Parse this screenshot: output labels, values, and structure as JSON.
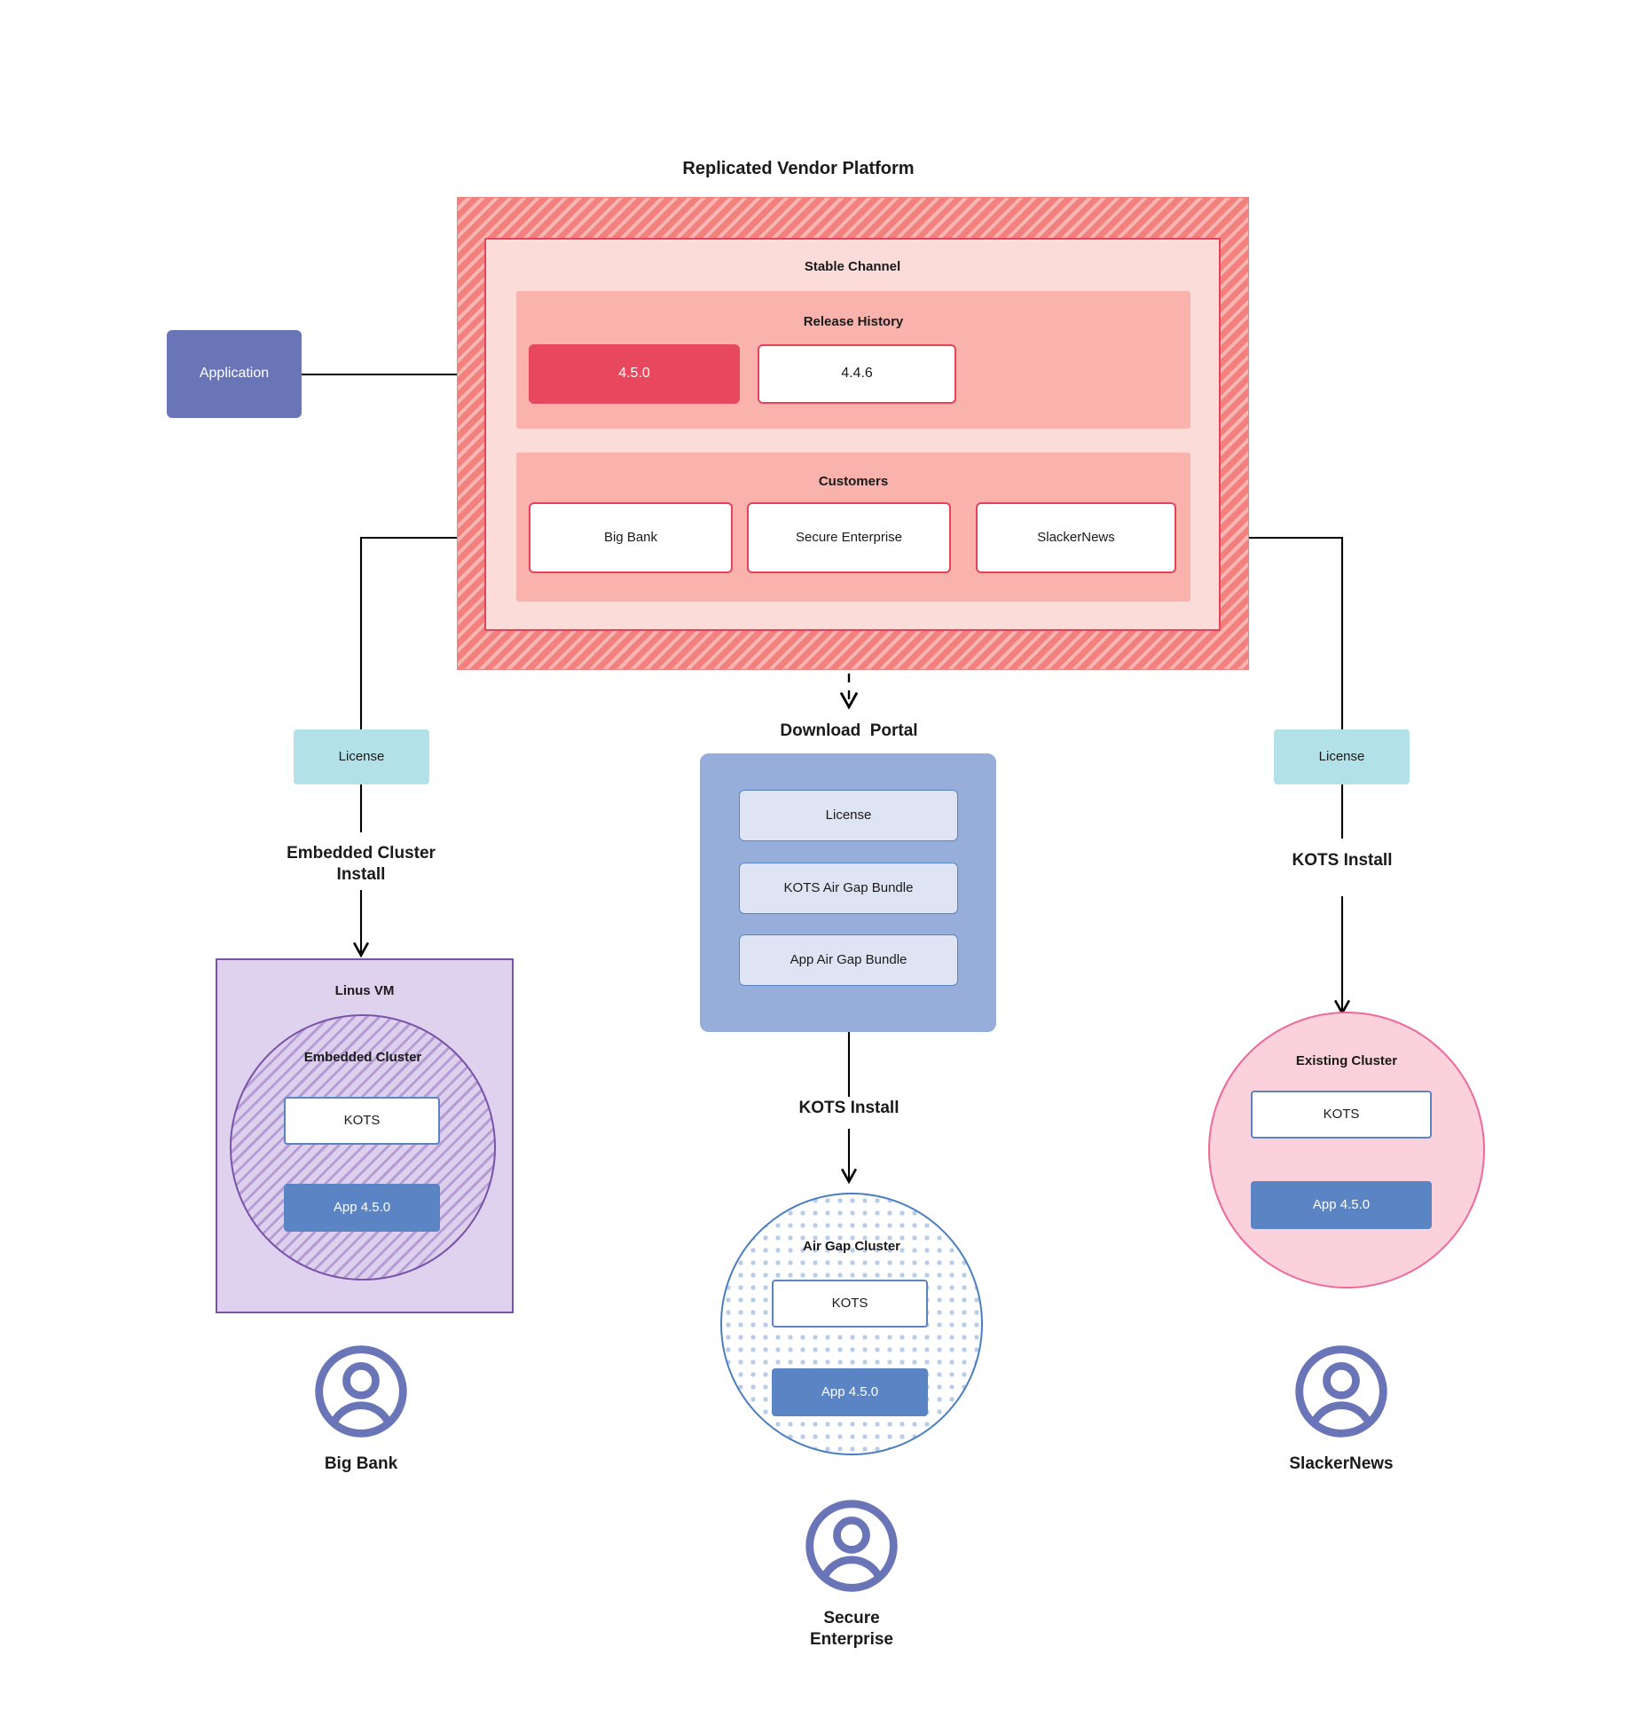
{
  "platform": {
    "title": "Replicated Vendor Platform",
    "channel_title": "Stable Channel",
    "release_history_title": "Release History",
    "releases": [
      {
        "version": "4.5.0",
        "state": "current"
      },
      {
        "version": "4.4.6",
        "state": "previous"
      }
    ],
    "customers_title": "Customers",
    "customers": [
      {
        "name": "Big Bank"
      },
      {
        "name": "Secure\nEnterprise"
      },
      {
        "name": "SlackerNews"
      }
    ]
  },
  "application": {
    "label": "Application"
  },
  "licenses": {
    "left_label": "License",
    "right_label": "License"
  },
  "install_labels": {
    "left": "Embedded Cluster\nInstall",
    "center": "KOTS Install",
    "right": "KOTS Install"
  },
  "download_portal": {
    "title": "Download  Portal",
    "items": [
      {
        "label": "License"
      },
      {
        "label": "KOTS Air Gap Bundle"
      },
      {
        "label": "App Air Gap Bundle"
      }
    ]
  },
  "clusters": {
    "left": {
      "vm_title": "Linus VM",
      "cluster_title": "Embedded Cluster",
      "kots_label": "KOTS",
      "app_label": "App 4.5.0"
    },
    "center": {
      "cluster_title": "Air Gap Cluster",
      "kots_label": "KOTS",
      "app_label": "App 4.5.0"
    },
    "right": {
      "cluster_title": "Existing Cluster",
      "kots_label": "KOTS",
      "app_label": "App 4.5.0"
    }
  },
  "end_users": [
    {
      "name": "Big Bank"
    },
    {
      "name": "Secure\nEnterprise"
    },
    {
      "name": "SlackerNews"
    }
  ],
  "colors": {
    "platform_hatch": "#f2817e",
    "channel_bg": "#fbdcd8",
    "section_bg": "#f9b3ac",
    "release_border": "#e8425a",
    "release_current": "#e8485e",
    "application": "#6a75b8",
    "license": "#b3e1e8",
    "portal": "#97aeda",
    "portal_item": "#dfe4f5",
    "vm": "#dfd2ee",
    "vm_border": "#7a52a8",
    "airgap_border": "#4a7ec0",
    "existing_cluster": "#fbd2dc",
    "existing_border": "#f0689a",
    "app_chip": "#5b84c4",
    "avatar": "#6a75b8"
  }
}
